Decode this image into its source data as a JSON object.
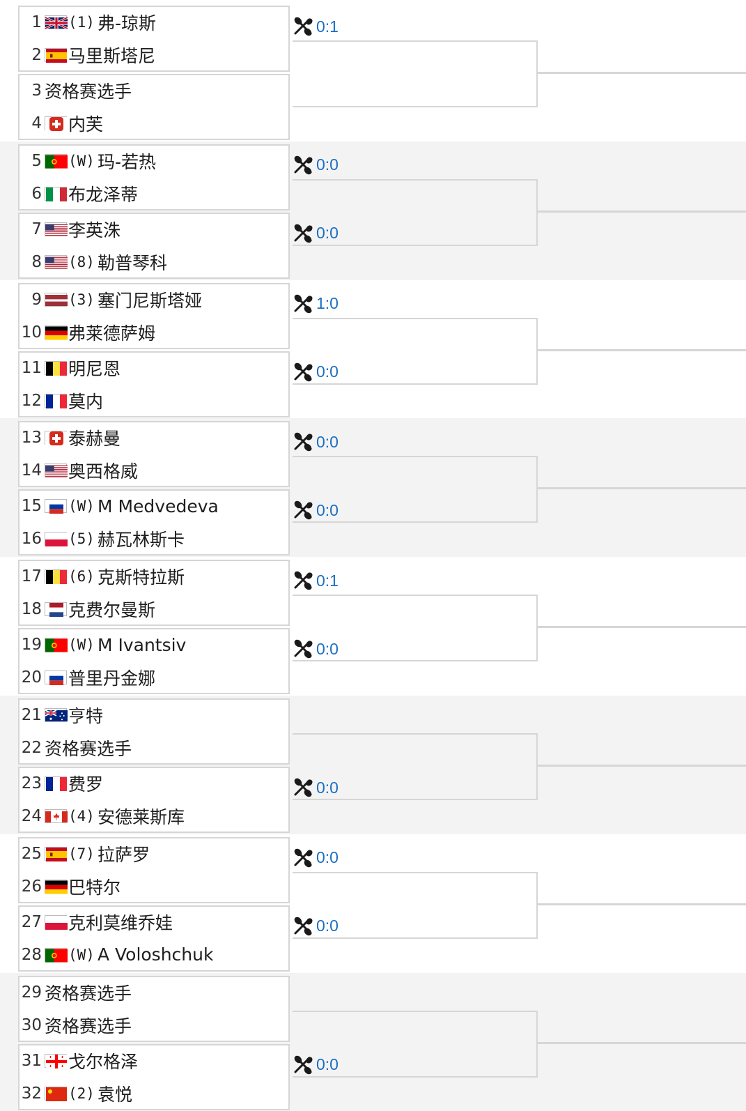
{
  "draw": {
    "matches": [
      {
        "players": [
          {
            "num": "1",
            "flag": "gb",
            "seed": "(1)",
            "name": "弗-琼斯"
          },
          {
            "num": "2",
            "flag": "es",
            "seed": "",
            "name": "马里斯塔尼"
          }
        ],
        "h2h": "0:1"
      },
      {
        "players": [
          {
            "num": "3",
            "flag": "",
            "seed": "",
            "name": "资格赛选手"
          },
          {
            "num": "4",
            "flag": "ch",
            "seed": "",
            "name": "内芙"
          }
        ],
        "h2h": ""
      },
      {
        "players": [
          {
            "num": "5",
            "flag": "pt",
            "seed": "(W)",
            "name": "玛-若热"
          },
          {
            "num": "6",
            "flag": "it",
            "seed": "",
            "name": "布龙泽蒂"
          }
        ],
        "h2h": "0:0"
      },
      {
        "players": [
          {
            "num": "7",
            "flag": "us",
            "seed": "",
            "name": "李英洙"
          },
          {
            "num": "8",
            "flag": "us",
            "seed": "(8)",
            "name": "勒普琴科"
          }
        ],
        "h2h": "0:0"
      },
      {
        "players": [
          {
            "num": "9",
            "flag": "lv",
            "seed": "(3)",
            "name": "塞门尼斯塔娅"
          },
          {
            "num": "10",
            "flag": "de",
            "seed": "",
            "name": "弗莱德萨姆"
          }
        ],
        "h2h": "1:0"
      },
      {
        "players": [
          {
            "num": "11",
            "flag": "be",
            "seed": "",
            "name": "明尼恩"
          },
          {
            "num": "12",
            "flag": "fr",
            "seed": "",
            "name": "莫内"
          }
        ],
        "h2h": "0:0"
      },
      {
        "players": [
          {
            "num": "13",
            "flag": "ch",
            "seed": "",
            "name": "泰赫曼"
          },
          {
            "num": "14",
            "flag": "us",
            "seed": "",
            "name": "奥西格威"
          }
        ],
        "h2h": "0:0"
      },
      {
        "players": [
          {
            "num": "15",
            "flag": "ru",
            "seed": "(W)",
            "name": "M Medvedeva"
          },
          {
            "num": "16",
            "flag": "pl",
            "seed": "(5)",
            "name": "赫瓦林斯卡"
          }
        ],
        "h2h": "0:0"
      },
      {
        "players": [
          {
            "num": "17",
            "flag": "be",
            "seed": "(6)",
            "name": "克斯特拉斯"
          },
          {
            "num": "18",
            "flag": "nl",
            "seed": "",
            "name": "克费尔曼斯"
          }
        ],
        "h2h": "0:1"
      },
      {
        "players": [
          {
            "num": "19",
            "flag": "pt",
            "seed": "(W)",
            "name": "M Ivantsiv"
          },
          {
            "num": "20",
            "flag": "ru",
            "seed": "",
            "name": "普里丹金娜"
          }
        ],
        "h2h": "0:0"
      },
      {
        "players": [
          {
            "num": "21",
            "flag": "au",
            "seed": "",
            "name": "亨特"
          },
          {
            "num": "22",
            "flag": "",
            "seed": "",
            "name": "资格赛选手"
          }
        ],
        "h2h": ""
      },
      {
        "players": [
          {
            "num": "23",
            "flag": "fr",
            "seed": "",
            "name": "费罗"
          },
          {
            "num": "24",
            "flag": "ca",
            "seed": "(4)",
            "name": "安德莱斯库"
          }
        ],
        "h2h": "0:0"
      },
      {
        "players": [
          {
            "num": "25",
            "flag": "es",
            "seed": "(7)",
            "name": "拉萨罗"
          },
          {
            "num": "26",
            "flag": "de",
            "seed": "",
            "name": "巴特尔"
          }
        ],
        "h2h": "0:0"
      },
      {
        "players": [
          {
            "num": "27",
            "flag": "pl",
            "seed": "",
            "name": "克利莫维乔娃"
          },
          {
            "num": "28",
            "flag": "pt",
            "seed": "(W)",
            "name": "A Voloshchuk"
          }
        ],
        "h2h": "0:0"
      },
      {
        "players": [
          {
            "num": "29",
            "flag": "",
            "seed": "",
            "name": "资格赛选手"
          },
          {
            "num": "30",
            "flag": "",
            "seed": "",
            "name": "资格赛选手"
          }
        ],
        "h2h": ""
      },
      {
        "players": [
          {
            "num": "31",
            "flag": "ge",
            "seed": "",
            "name": "戈尔格泽"
          },
          {
            "num": "32",
            "flag": "cn",
            "seed": "(2)",
            "name": "袁悦"
          }
        ],
        "h2h": "0:0"
      }
    ]
  },
  "colors": {
    "score": "#1b6ec2",
    "border": "#d6d6d6",
    "band_alt": "#f3f3f3"
  },
  "icons": {
    "h2h": "crossed-rackets-icon"
  }
}
